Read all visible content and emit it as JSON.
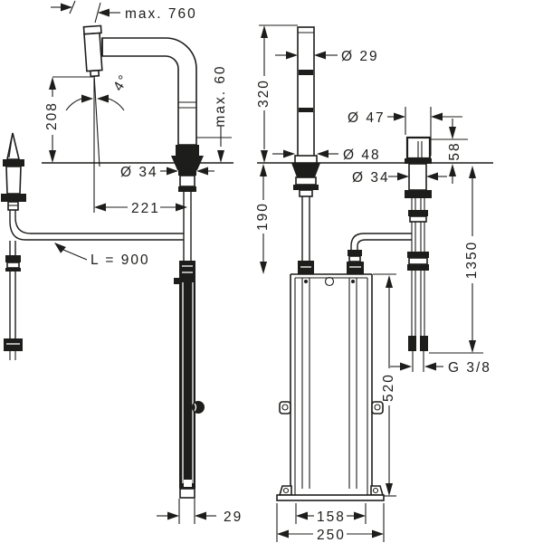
{
  "page": {
    "background": "#ffffff",
    "line_color": "#1d1d1b"
  },
  "drawing": {
    "dimensions": {
      "max_pullout": "max. 760",
      "swivel_angle": "4°",
      "spout_height": "208",
      "height_adjustment": "max. 60",
      "escutcheon_diameter": "Ø 34",
      "spout_reach": "221",
      "hose_length": "L = 900",
      "spout_diameter": "Ø 29",
      "column_height": "320",
      "handle_diameter": "Ø 47",
      "base_diameter": "Ø 48",
      "handle_shank_diameter": "Ø 34",
      "handle_height": "58",
      "shank_depth": "190",
      "connection_length": "1350",
      "thread": "G 3/8",
      "box_height": "520",
      "box_depth": "29",
      "box_width_inner": "158",
      "base_plate_width": "250"
    }
  }
}
